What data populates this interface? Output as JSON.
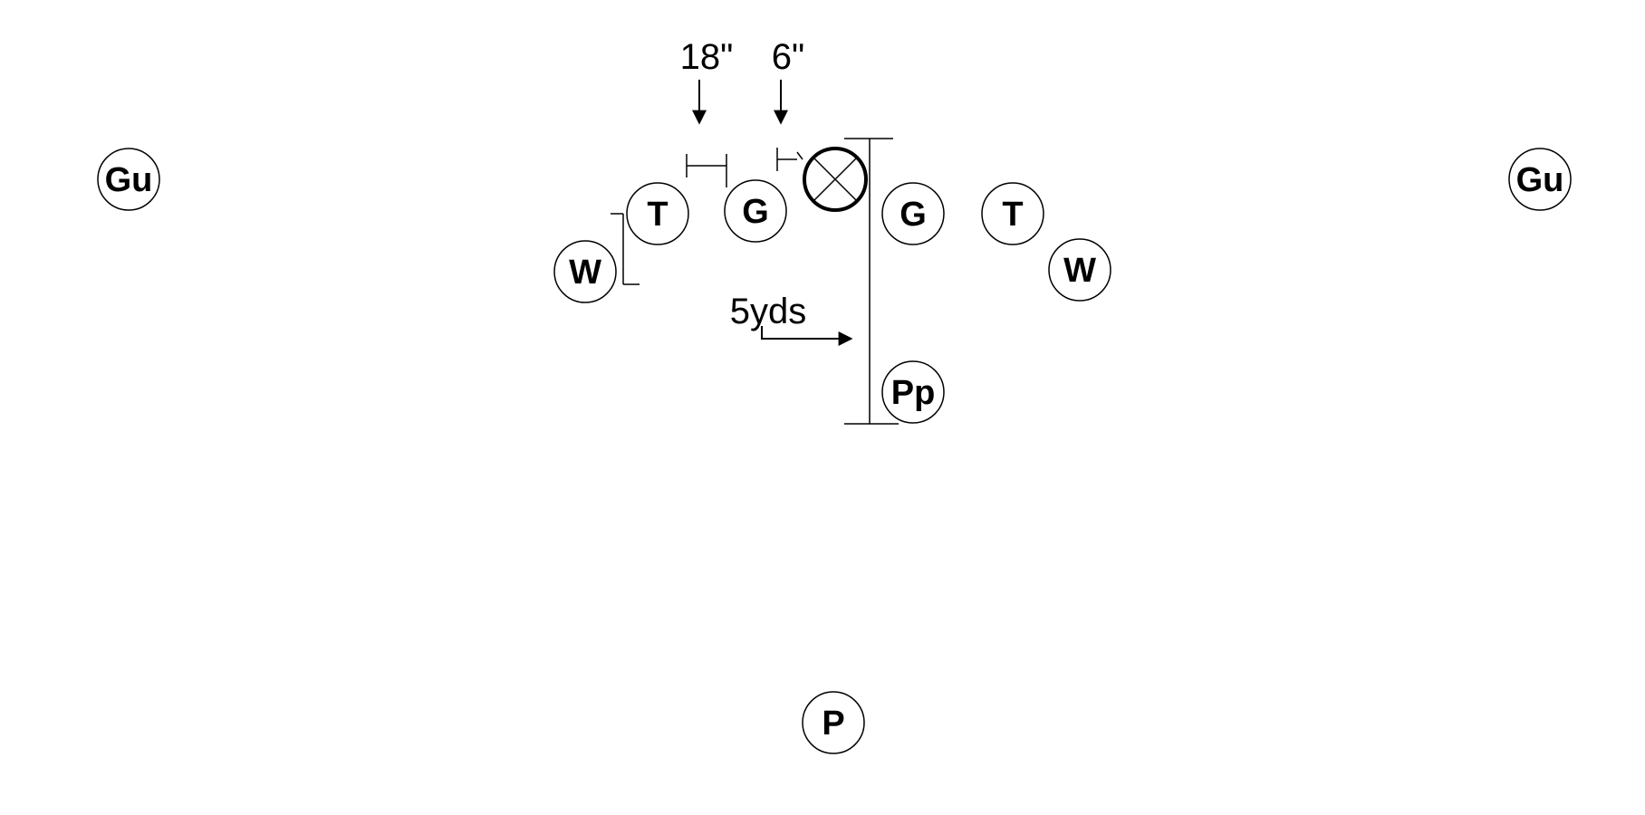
{
  "diagram": {
    "players": {
      "gunner_left": "Gu",
      "gunner_right": "Gu",
      "wing_left": "W",
      "tackle_left": "T",
      "guard_left": "G",
      "guard_right": "G",
      "tackle_right": "T",
      "wing_right": "W",
      "personal_protector": "Pp",
      "punter": "P"
    },
    "annotations": {
      "split_guard_tackle": "18\"",
      "split_snapper_guard": "6\"",
      "protector_depth": "5yds"
    }
  }
}
